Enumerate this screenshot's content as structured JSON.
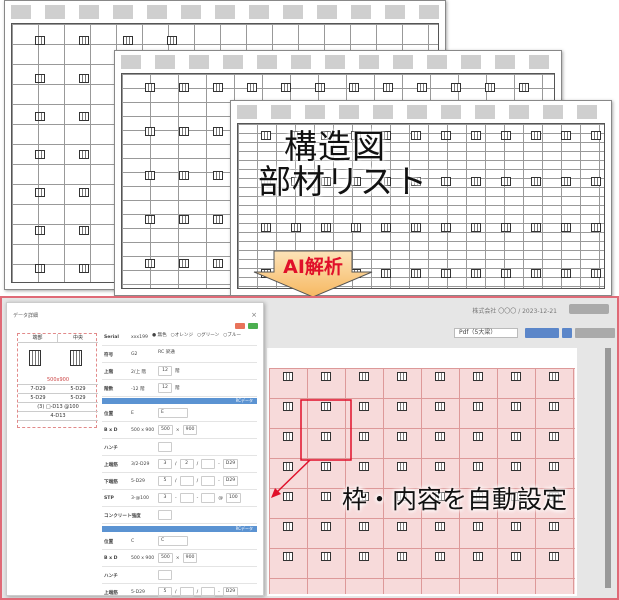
{
  "headline": {
    "line1": "構造図",
    "line2": "部材リスト"
  },
  "callout": "AI解析",
  "bottom_label": "枠・内容を自動設定",
  "app": {
    "info": "株式会社 〇〇〇 / 2023-12-21",
    "pdf_select": "Pdf（5大梁）"
  },
  "dialog": {
    "title": "データ詳細",
    "close": "×",
    "section": {
      "headers": [
        "端部",
        "中央"
      ],
      "size": "500x900",
      "rows": [
        [
          "7-D29",
          "5-D29"
        ],
        [
          "5-D29",
          "5-D29"
        ]
      ],
      "stirrup": "(3) □-D13 @100",
      "web": "4-D13"
    },
    "form": {
      "serial_label": "Serial",
      "serial_value": "xxx199",
      "colors": [
        "無色",
        "オレンジ",
        "グリーン",
        "ブルー"
      ],
      "rows_top": [
        {
          "label": "符号",
          "value": "G2",
          "input": "RC 梁通"
        },
        {
          "label": "上階",
          "value": "2/上 階",
          "input": "12",
          "unit": "階"
        },
        {
          "label": "階数",
          "value": "-12 階",
          "input": "12",
          "unit": "階"
        }
      ],
      "rc_bar": "RCデータ",
      "block1": {
        "position": {
          "label": "位置",
          "value": "E",
          "select": "E"
        },
        "bxd": {
          "label": "B x D",
          "value": "500 x 900",
          "b": "500",
          "d": "900"
        },
        "haunch": {
          "label": "ハンチ"
        },
        "top": {
          "label": "上端筋",
          "value": "3/2-D29",
          "a": "3",
          "b": "2",
          "c": "",
          "d": "D29"
        },
        "bottom": {
          "label": "下端筋",
          "value": "5-D29",
          "a": "5",
          "d": "D29"
        },
        "stp": {
          "label": "STP",
          "value": "3-@100",
          "a": "3",
          "d": "100"
        },
        "concrete": {
          "label": "コンクリート強度"
        }
      },
      "block2": {
        "position": {
          "label": "位置",
          "value": "C",
          "select": "C"
        },
        "bxd": {
          "label": "B x D",
          "value": "500 x 900",
          "b": "500",
          "d": "900"
        },
        "haunch": {
          "label": "ハンチ"
        },
        "top": {
          "label": "上端筋",
          "value": "5-D29",
          "a": "5",
          "d": "D29"
        }
      }
    }
  },
  "colors": {
    "accent_red": "#e0102a",
    "panel_border": "#e06a77",
    "rc_bar": "#5b93d2",
    "callout": "#f9c77e"
  }
}
